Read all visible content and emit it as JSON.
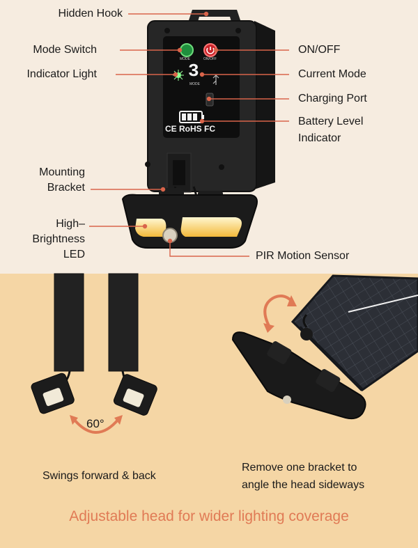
{
  "callouts": {
    "hidden_hook": "Hidden Hook",
    "mode_switch": "Mode Switch",
    "indicator_light": "Indicator Light",
    "mounting_bracket": [
      "Mounting",
      "Bracket"
    ],
    "high_brightness_led": [
      "High–",
      "Brightness",
      "LED"
    ],
    "on_off": "ON/OFF",
    "current_mode": "Current Mode",
    "charging_port": "Charging Port",
    "battery_level_indicator": [
      "Battery Level",
      "Indicator"
    ],
    "pir_motion_sensor": "PIR Motion Sensor"
  },
  "device_panel": {
    "mode_button_text": "MODE",
    "onoff_button_text": "ON/OFF",
    "mode_digit": "3",
    "mode_digit_caption": "MODE",
    "cert_marks": "CE RoHS FC"
  },
  "bottom": {
    "angle": "60°",
    "caption_left": "Swings forward & back",
    "caption_right": [
      "Remove one bracket to",
      "angle the head sideways"
    ],
    "headline": "Adjustable head for wider lighting coverage"
  },
  "colors": {
    "callout_line": "#d9644a",
    "accent": "#e07a55",
    "top_bg": "#f6ece0",
    "bottom_bg": "#f5d6a5"
  }
}
